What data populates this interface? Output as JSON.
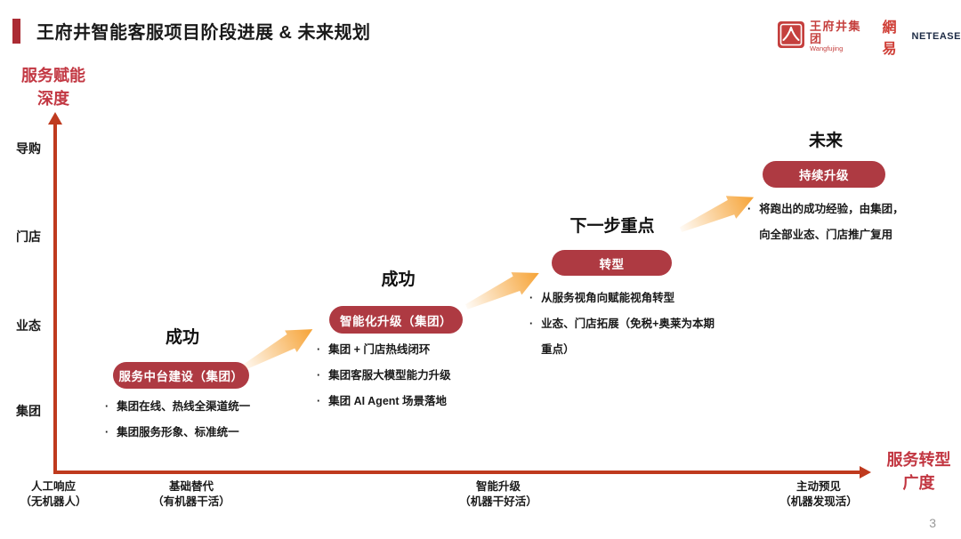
{
  "header": {
    "title": "王府井智能客服项目阶段进展 & 未来规划",
    "logos": {
      "wangfujing_cn": "王府井集团",
      "wangfujing_en": "Wangfujing",
      "netease_cn": "網易",
      "netease_en": "NETEASE"
    }
  },
  "axes": {
    "y_label_line1": "服务赋能",
    "y_label_line2": "深度",
    "x_label_line1": "服务转型",
    "x_label_line2": "广度",
    "y_ticks": [
      "导购",
      "门店",
      "业态",
      "集团"
    ],
    "x_ticks": [
      {
        "line1": "人工响应",
        "line2": "（无机器人）"
      },
      {
        "line1": "基础替代",
        "line2": "（有机器干活）"
      },
      {
        "line1": "智能升级",
        "line2": "（机器干好活）"
      },
      {
        "line1": "主动预见",
        "line2": "（机器发现活）"
      }
    ]
  },
  "stages": [
    {
      "heading": "成功",
      "pill": "服务中台建设（集团）",
      "bullets": [
        "集团在线、热线全渠道统一",
        "集团服务形象、标准统一"
      ]
    },
    {
      "heading": "成功",
      "pill": "智能化升级（集团）",
      "bullets": [
        "集团 + 门店热线闭环",
        "集团客服大模型能力升级",
        "集团 AI Agent 场景落地"
      ]
    },
    {
      "heading": "下一步重点",
      "pill": "转型",
      "bullets": [
        "从服务视角向赋能视角转型",
        "业态、门店拓展（免税+奥莱为本期重点）"
      ]
    },
    {
      "heading": "未来",
      "pill": "持续升级",
      "bullets": [
        "将跑出的成功经验，由集团，向全部业态、门店推广复用"
      ]
    }
  ],
  "icons": {
    "wangfujing_emblem": "wangfujing-emblem-icon",
    "progress_arrow": "orange-gradient-up-right-arrow"
  },
  "colors": {
    "pill_red": "#ae3a42",
    "axis_rust": "#bf3a1e",
    "label_red": "#c23742",
    "accent_bar_red": "#ab2b34",
    "arrow_orange": "#f6a336",
    "netease_navy": "#1d2b45",
    "logo_red": "#c5403e"
  },
  "page_number": "3"
}
